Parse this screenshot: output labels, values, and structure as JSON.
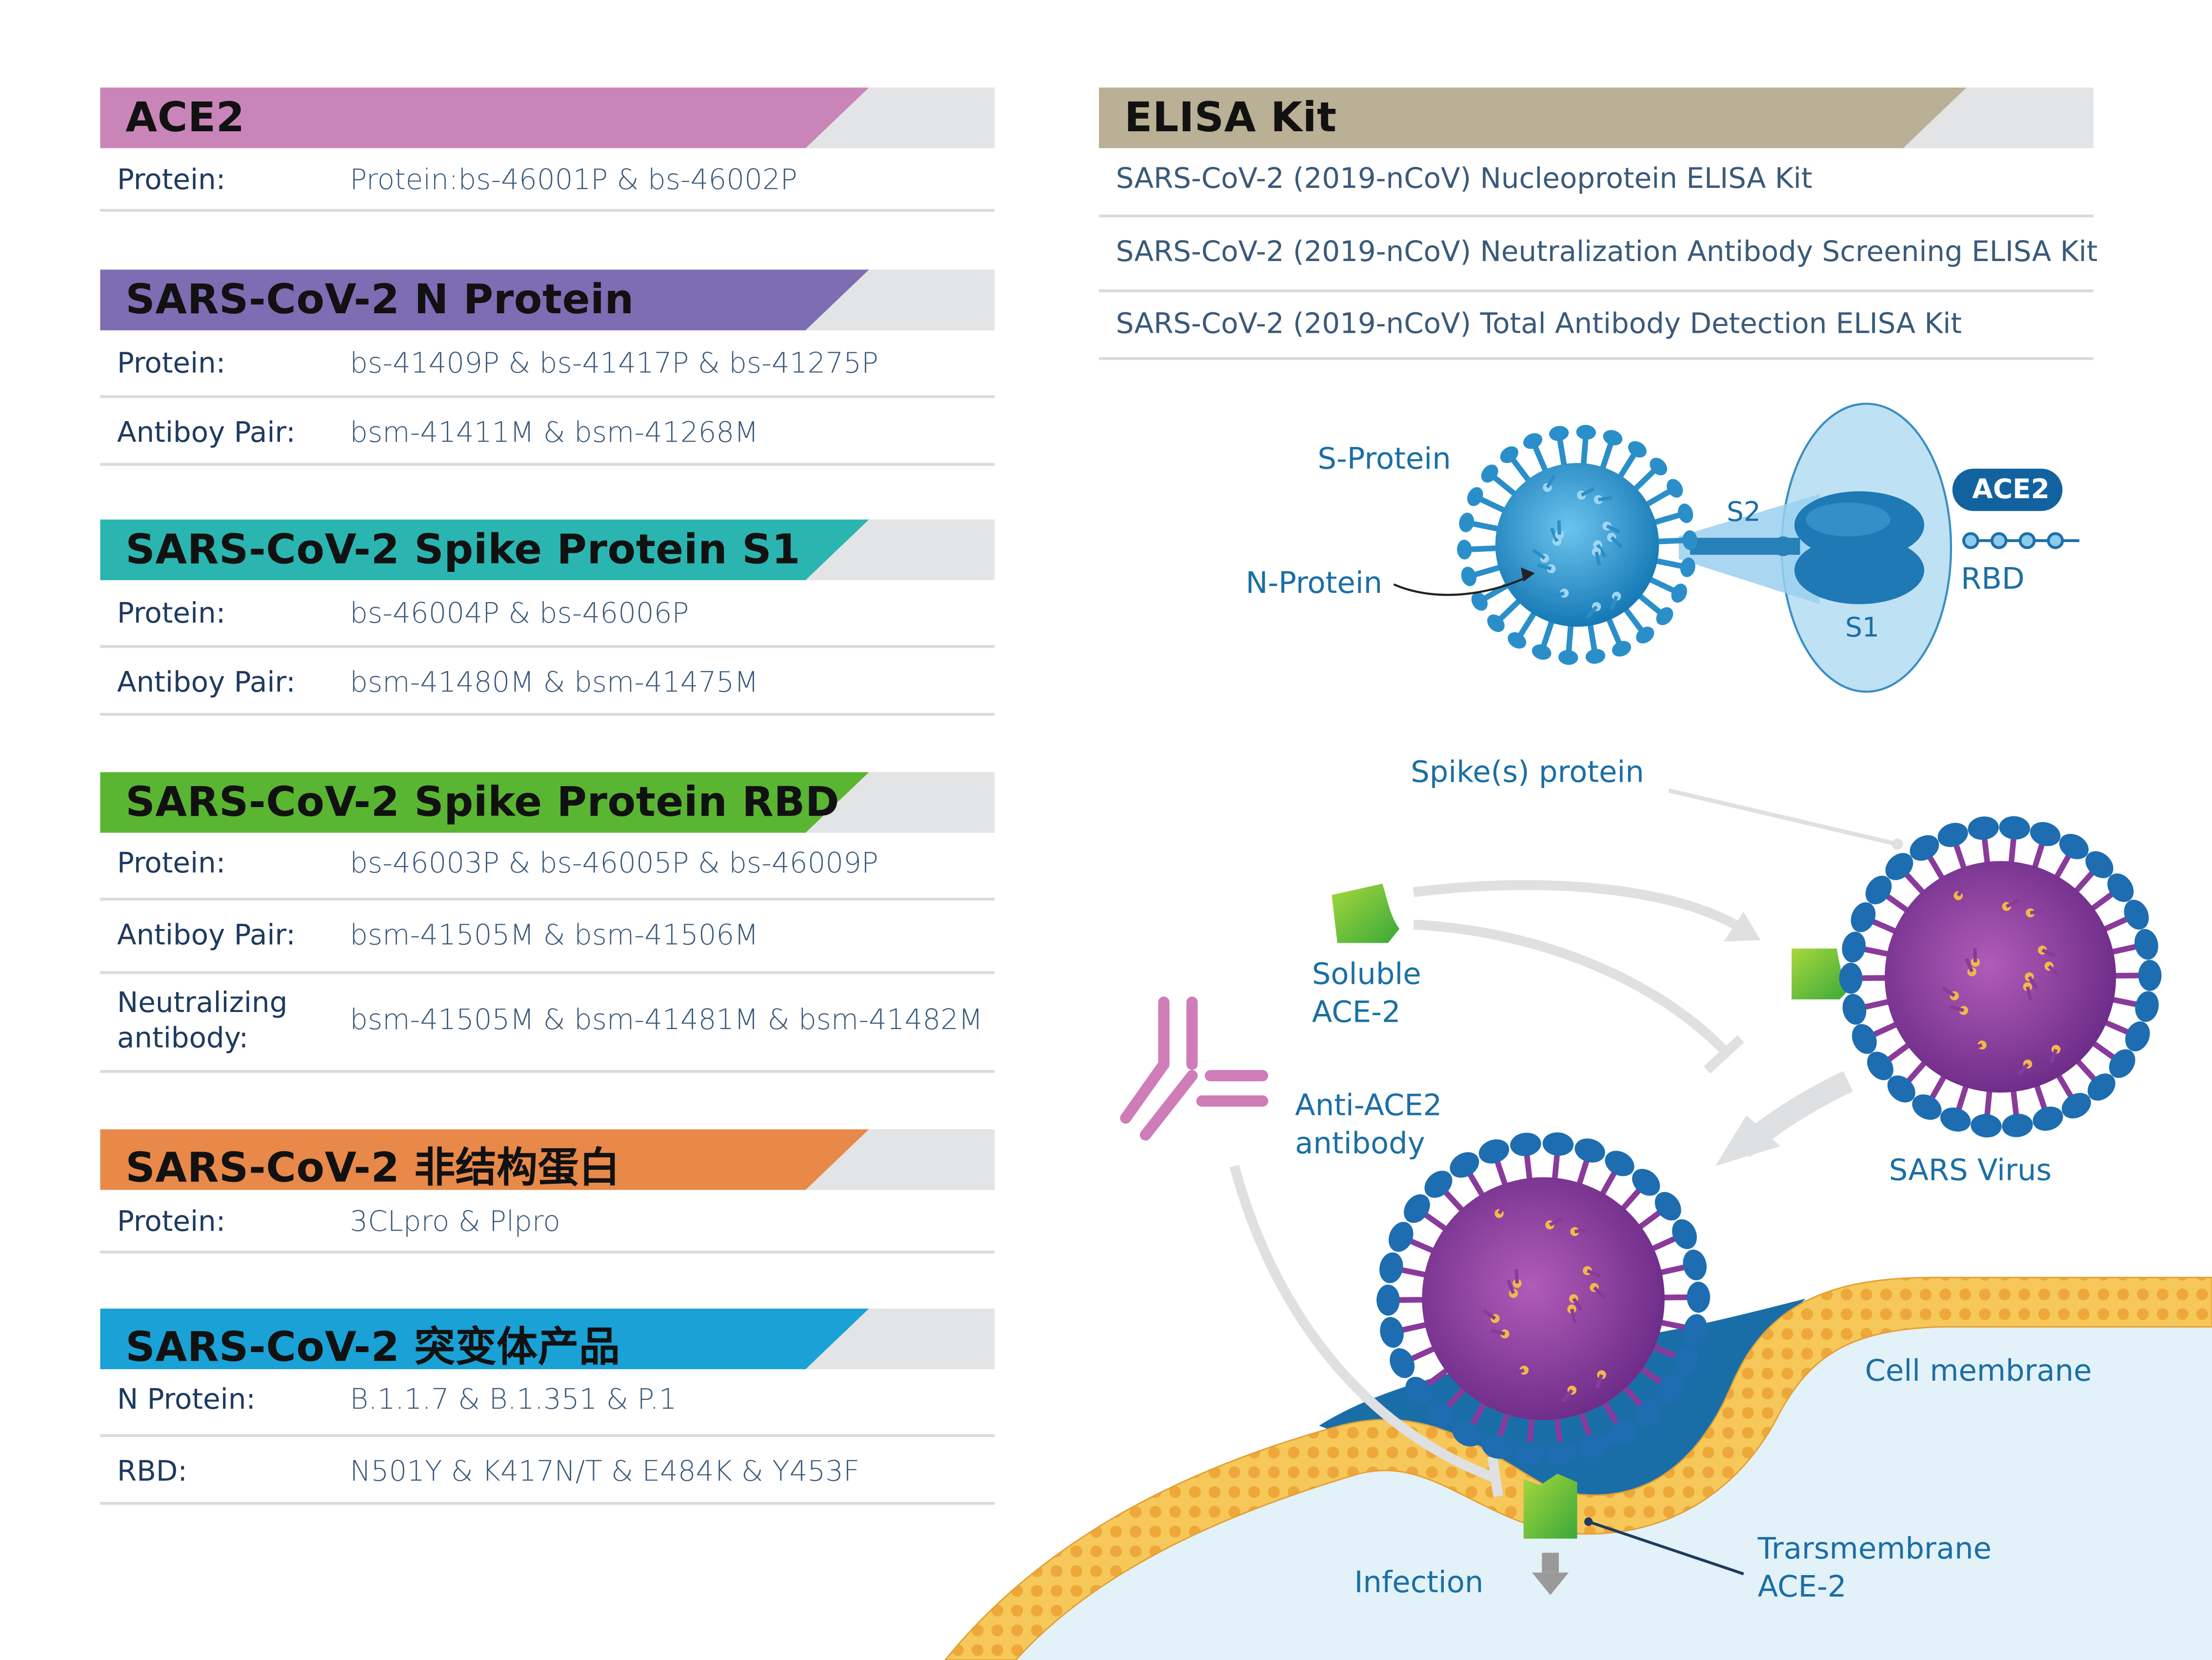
{
  "sections": [
    {
      "title": "ACE2",
      "color": "#c985b8",
      "rows": [
        {
          "label": "Protein:",
          "value": "Protein:bs-46001P & bs-46002P"
        }
      ]
    },
    {
      "title": "SARS-CoV-2 N Protein",
      "color": "#7d6db3",
      "rows": [
        {
          "label": "Protein:",
          "value": "bs-41409P & bs-41417P  & bs-41275P"
        },
        {
          "label": "Antiboy Pair:",
          "value": "bsm-41411M & bsm-41268M"
        }
      ]
    },
    {
      "title": "SARS-CoV-2 Spike Protein S1",
      "color": "#2bb5b0",
      "rows": [
        {
          "label": "Protein:",
          "value": "bs-46004P & bs-46006P"
        },
        {
          "label": "Antiboy Pair:",
          "value": "bsm-41480M & bsm-41475M"
        }
      ]
    },
    {
      "title": "SARS-CoV-2 Spike Protein RBD",
      "color": "#5ab532",
      "rows": [
        {
          "label": "Protein:",
          "value": "bs-46003P & bs-46005P & bs-46009P"
        },
        {
          "label": "Antiboy Pair:",
          "value": "bsm-41505M & bsm-41506M"
        },
        {
          "label": "Neutralizing antibody:",
          "value": "bsm-41505M & bsm-41481M & bsm-41482M"
        }
      ]
    },
    {
      "title": "SARS-CoV-2 非结构蛋白",
      "color": "#e8894a",
      "rows": [
        {
          "label": "Protein:",
          "value": "3CLpro & Plpro"
        }
      ]
    },
    {
      "title": "SARS-CoV-2 突变体产品",
      "color": "#1aa1d5",
      "rows": [
        {
          "label": "N Protein:",
          "value": "B.1.1.7 & B.1.351 & P.1"
        },
        {
          "label": "RBD:",
          "value": "N501Y & K417N/T & E484K & Y453F"
        }
      ]
    }
  ],
  "elisa": {
    "title": "ELISA Kit",
    "color": "#b9b095",
    "items": [
      "SARS-CoV-2 (2019-nCoV) Nucleoprotein ELISA Kit",
      "SARS-CoV-2 (2019-nCoV) Neutralization Antibody Screening ELISA Kit",
      "SARS-CoV-2 (2019-nCoV) Total Antibody Detection ELISA Kit"
    ]
  },
  "diagram1": {
    "s_protein": "S-Protein",
    "n_protein": "N-Protein",
    "s2": "S2",
    "s1": "S1",
    "ace2": "ACE2",
    "rbd": "RBD"
  },
  "diagram2": {
    "spike": "Spike(s) protein",
    "soluble": "Soluble\nACE-2",
    "anti": "Anti-ACE2\nantibody",
    "sars": "SARS Virus",
    "cell": "Cell membrane",
    "infection": "Infection",
    "trans": "Trarsmembrane\nACE-2"
  }
}
